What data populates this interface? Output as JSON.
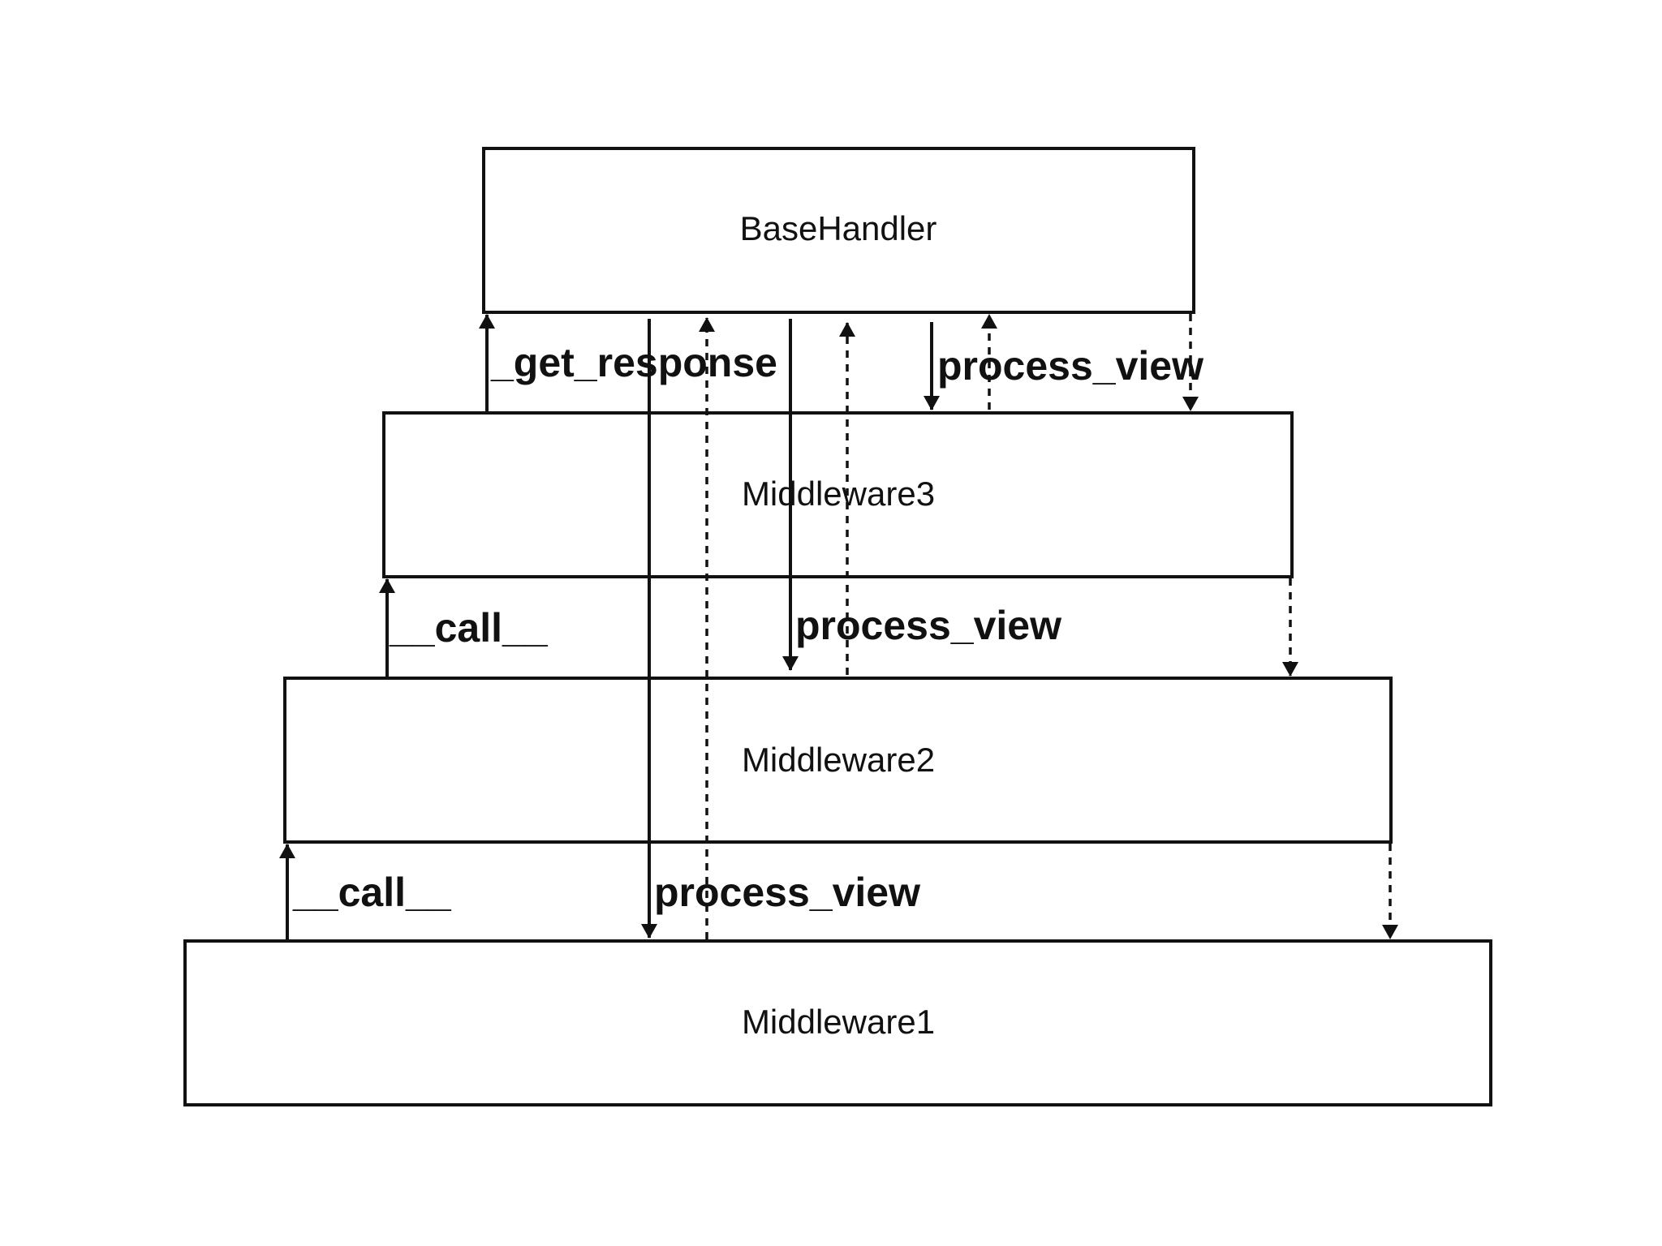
{
  "boxes": {
    "base_handler": "BaseHandler",
    "middleware3": "Middleware3",
    "middleware2": "Middleware2",
    "middleware1": "Middleware1"
  },
  "edge_labels": {
    "get_response": "_get_response",
    "call_mw3_to_handler_process_view": "process_view",
    "call_mw2_to_mw3": "__call__",
    "process_view_mw3": "process_view",
    "call_mw1_to_mw2": "__call__",
    "process_view_mw2": "process_view"
  },
  "colors": {
    "stroke": "#111111",
    "background": "#ffffff"
  }
}
